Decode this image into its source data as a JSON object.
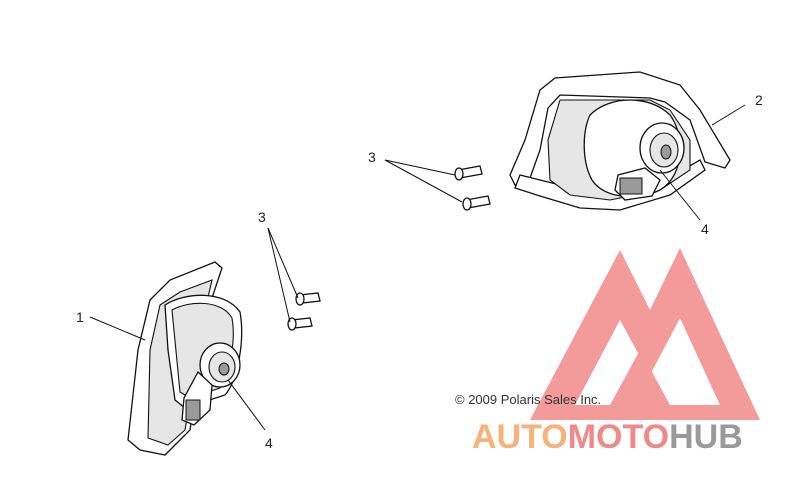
{
  "callouts": {
    "left_housing": "1",
    "right_housing": "2",
    "screws_upper": "3",
    "screws_lower": "3",
    "bulb_right": "4",
    "bulb_left": "4"
  },
  "copyright": "© 2009 Polaris Sales Inc.",
  "watermark": {
    "part1": "AUTO",
    "part2": "MOTO",
    "part3": "HUB",
    "colors": {
      "auto": "#f6b37a",
      "moto": "#f08a8a",
      "hub": "#9a9a9a",
      "logo": "#f28a8a"
    }
  }
}
